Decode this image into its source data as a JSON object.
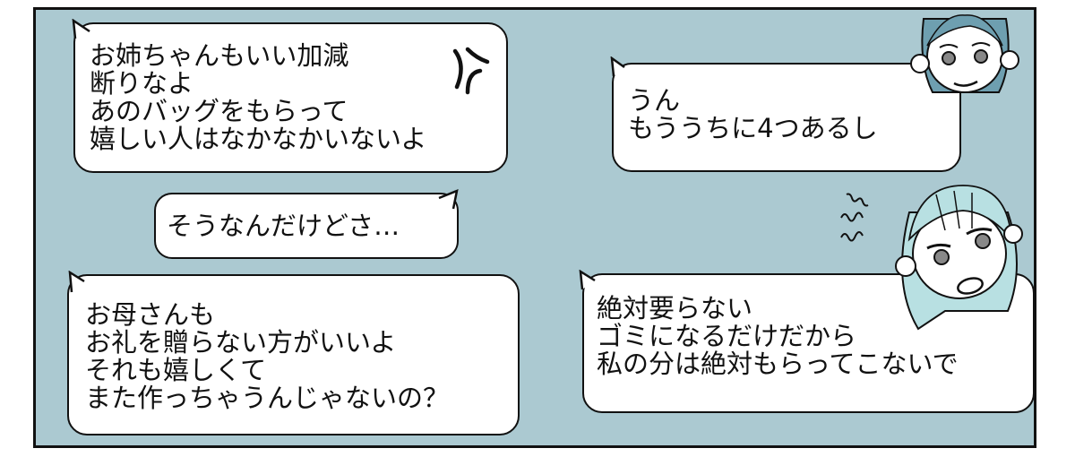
{
  "comic": {
    "background_color": "#abc9d1",
    "bubbles": [
      {
        "id": "b1",
        "speaker": "left",
        "text": "お姉ちゃんもいい加減\n断りなよ\nあのバッグをもらって\n嬉しい人はなかなかいないよ",
        "effect": "anger-mark-icon"
      },
      {
        "id": "b2",
        "speaker": "left",
        "text": "そうなんだけどさ…"
      },
      {
        "id": "b3",
        "speaker": "left",
        "text": "お母さんも\nお礼を贈らない方がいいよ\nそれも嬉しくて\nまた作っちゃうんじゃないの？"
      },
      {
        "id": "b4",
        "speaker": "mother",
        "text": "うん\nもううちに4つあるし"
      },
      {
        "id": "b5",
        "speaker": "sister",
        "text": "絶対要らない\nゴミになるだけだから\n私の分は絶対もらってこないで",
        "effect": "irritation-squiggle-icon"
      }
    ],
    "characters": [
      {
        "name": "mother",
        "expression": "gentle-smile"
      },
      {
        "name": "sister",
        "expression": "annoyed"
      }
    ]
  }
}
